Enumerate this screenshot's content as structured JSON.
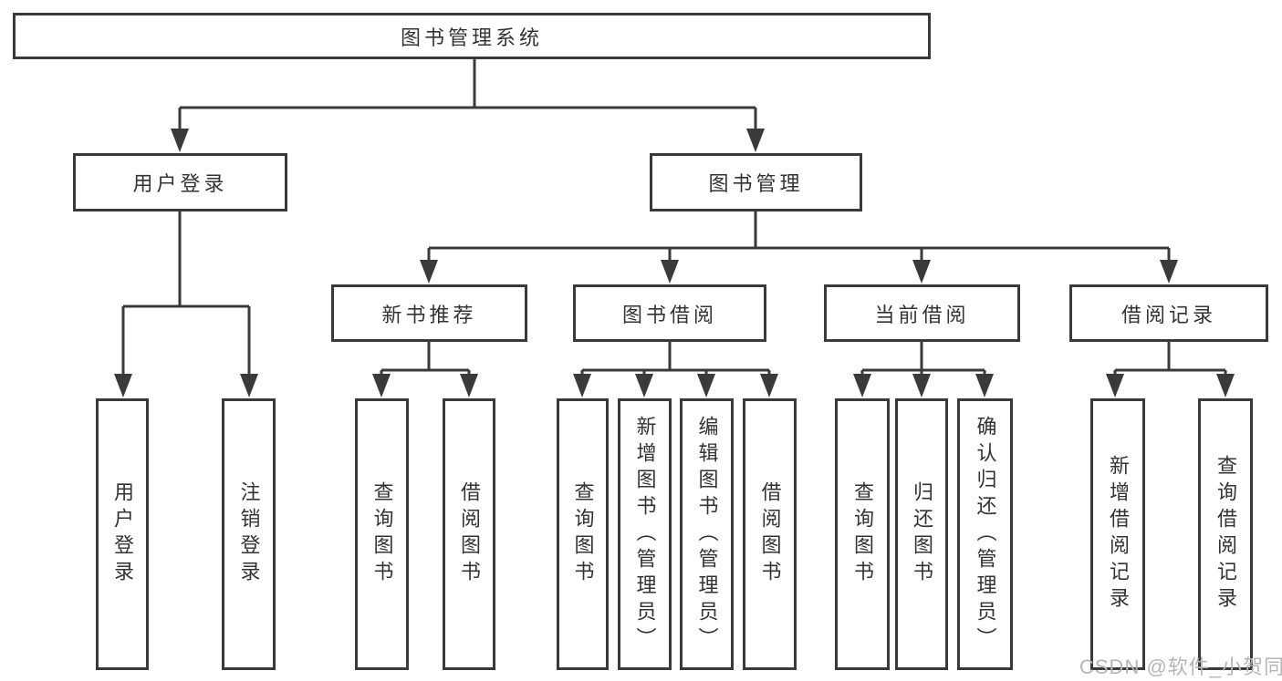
{
  "colors": {
    "line": "#3a3a3a",
    "text": "#333333",
    "box_background": "#ffffff",
    "watermark": "#b5b5b5"
  },
  "root": {
    "label": "图书管理系统"
  },
  "level1": [
    {
      "label": "用户登录"
    },
    {
      "label": "图书管理"
    }
  ],
  "level2": [
    {
      "label": "新书推荐",
      "parent": "图书管理"
    },
    {
      "label": "图书借阅",
      "parent": "图书管理"
    },
    {
      "label": "当前借阅",
      "parent": "图书管理"
    },
    {
      "label": "借阅记录",
      "parent": "图书管理"
    }
  ],
  "leaves": [
    {
      "label": "用户登录",
      "parent": "用户登录"
    },
    {
      "label": "注销登录",
      "parent": "用户登录"
    },
    {
      "label": "查询图书",
      "parent": "新书推荐"
    },
    {
      "label": "借阅图书",
      "parent": "新书推荐"
    },
    {
      "label": "查询图书",
      "parent": "图书借阅"
    },
    {
      "label": "新增图书（管理员）",
      "parent": "图书借阅"
    },
    {
      "label": "编辑图书（管理员）",
      "parent": "图书借阅"
    },
    {
      "label": "借阅图书",
      "parent": "图书借阅"
    },
    {
      "label": "查询图书",
      "parent": "当前借阅"
    },
    {
      "label": "归还图书",
      "parent": "当前借阅"
    },
    {
      "label": "确认归还（管理员）",
      "parent": "当前借阅"
    },
    {
      "label": "新增借阅记录",
      "parent": "借阅记录"
    },
    {
      "label": "查询借阅记录",
      "parent": "借阅记录"
    }
  ],
  "watermark": {
    "text": "CSDN @软件_小贺同学"
  }
}
